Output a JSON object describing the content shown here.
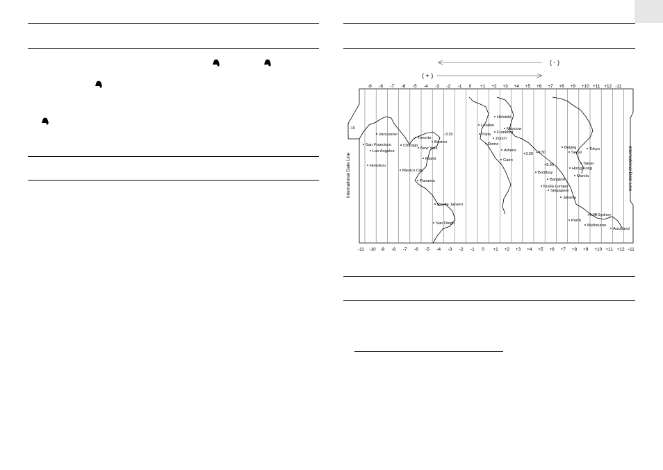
{
  "map": {
    "direction_minus": "( - )",
    "direction_plus": "( + )",
    "left_date_line_label": "International Date Line",
    "right_date_line_label": "International Date Line",
    "top_zones": [
      "-9",
      "-8",
      "-7",
      "-6",
      "-5",
      "-4",
      "-3",
      "-2",
      "-1",
      "0",
      "+1",
      "+2",
      "+3",
      "+4",
      "+5",
      "+6",
      "+7",
      "+8",
      "+9",
      "+10",
      "+11",
      "+12",
      "-11"
    ],
    "bottom_zones": [
      "-11",
      "-10",
      "-9",
      "-8",
      "-7",
      "-6",
      "-5",
      "-4",
      "-3",
      "-2",
      "-1",
      "0",
      "+1",
      "+2",
      "+3",
      "+4",
      "+5",
      "+6",
      "+7",
      "+8",
      "+9",
      "+10",
      "+11",
      "+12",
      "-11"
    ],
    "inset_labels": [
      "-3:30",
      "+3:30",
      "+4:30",
      "+5:30",
      "+9:30",
      "-10"
    ],
    "cities": [
      "Helsinki",
      "London",
      "Paris",
      "Moscow",
      "Frankfurt",
      "Zürich",
      "Rome",
      "Athens",
      "Cairo",
      "Vancouver",
      "San Francisco",
      "Los Angeles",
      "Honolulu",
      "Chicago",
      "Toronto",
      "Boston",
      "New York",
      "Miami",
      "Mexico City",
      "Panama",
      "Rio de Janeiro",
      "San Diego",
      "Beijing",
      "Seoul",
      "Tokyo",
      "Taipei",
      "Hong Kong",
      "Bombay",
      "Bangkok",
      "Manila",
      "Kuala Lumpur",
      "Singapore",
      "Jakarta",
      "Perth",
      "Sydney",
      "Melbourne",
      "Auckland"
    ]
  }
}
